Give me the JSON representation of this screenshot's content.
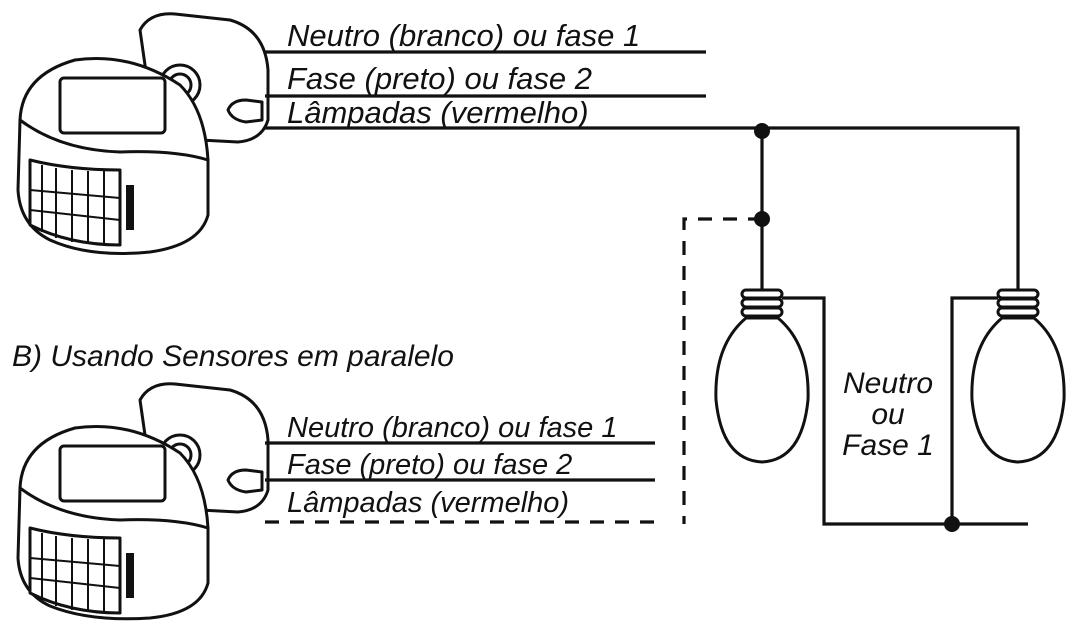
{
  "sensor_a": {
    "wire_neutral": "Neutro (branco) ou fase 1",
    "wire_phase": "Fase (preto) ou fase 2",
    "wire_lamps": "Lâmpadas (vermelho)"
  },
  "sensor_b": {
    "heading": "B) Usando Sensores em paralelo",
    "wire_neutral": "Neutro (branco) ou fase 1",
    "wire_phase": "Fase (preto) ou fase 2",
    "wire_lamps": "Lâmpadas (vermelho)"
  },
  "return_label": {
    "line1": "Neutro",
    "line2": "ou",
    "line3": "Fase 1"
  },
  "colors": {
    "ink": "#111111",
    "background": "#ffffff"
  }
}
